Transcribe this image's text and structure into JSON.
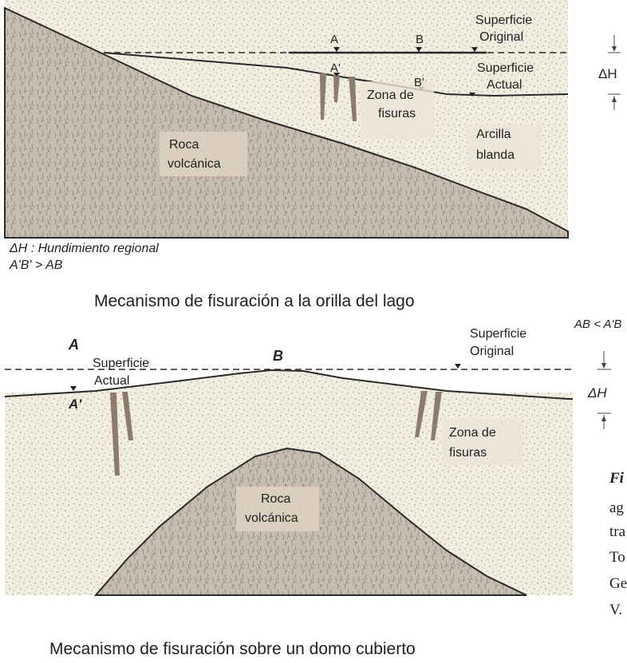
{
  "colors": {
    "clay": "#f1eddf",
    "rock": "#c6bdb0",
    "rock_dark": "#9c9184",
    "fissure": "#8d7c6c",
    "line": "#2a2a2a",
    "label_box": "#e6d6c2"
  },
  "top": {
    "title": "Mecanismo de fisuración a la orilla del lago",
    "labels": {
      "A": "A",
      "B": "B",
      "A_prime": "A'",
      "B_prime": "B'",
      "superficie": "Superficie",
      "original": "Original",
      "actual": "Actual",
      "delta_h": "ΔH",
      "zona": "Zona de",
      "fisuras": "fisuras",
      "arcilla": "Arcilla",
      "blanda": "blanda",
      "roca": "Roca",
      "volcanica": "volcánica"
    },
    "legend": [
      "ΔH : Hundimiento regional",
      "A'B' > AB"
    ]
  },
  "bottom": {
    "title": "Mecanismo de fisuración sobre un domo cubierto",
    "labels": {
      "A": "A",
      "B": "B",
      "A_prime": "A'",
      "superficie": "Superficie",
      "original": "Original",
      "actual": "Actual",
      "delta_h": "ΔH",
      "zona": "Zona de",
      "fisuras": "fisuras",
      "roca": "Roca",
      "volcanica": "volcánica",
      "relation": "AB < A'B"
    }
  },
  "caption_fragment": [
    "Fi",
    "ag",
    "tra",
    "To",
    "Ge",
    "V."
  ]
}
